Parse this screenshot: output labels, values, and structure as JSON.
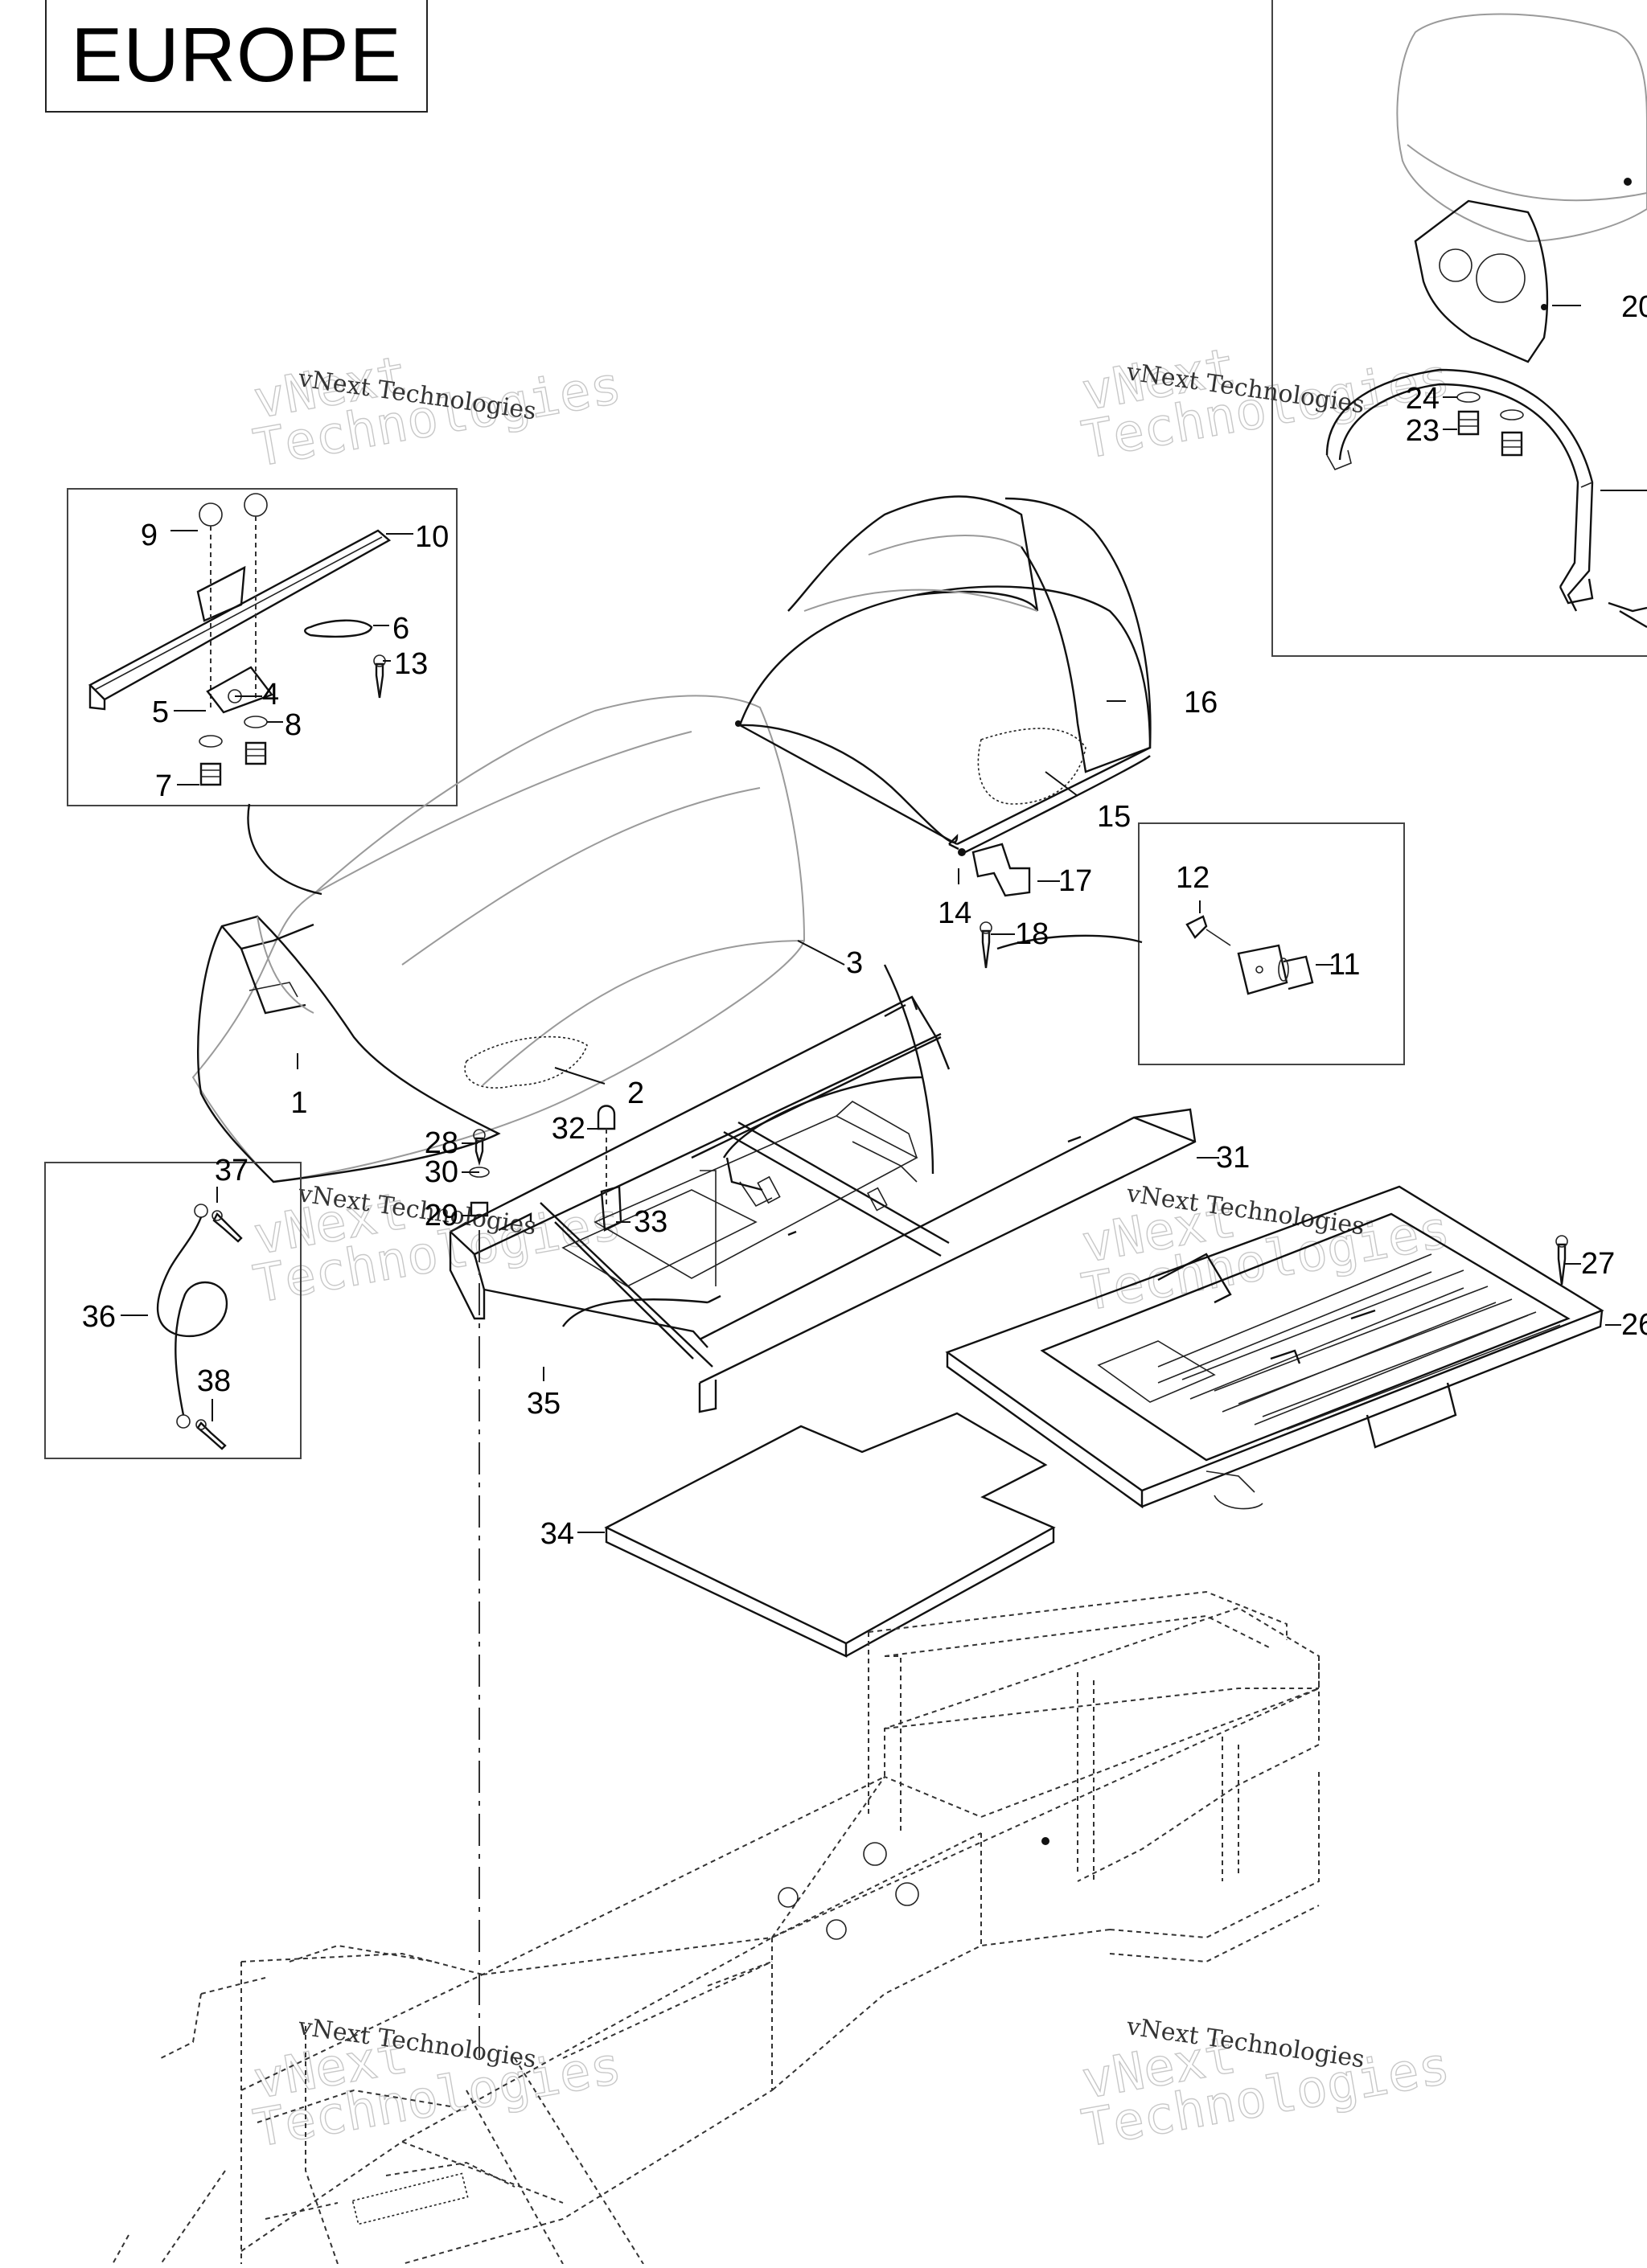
{
  "region_label": "EUROPE",
  "watermark": {
    "line1": "vNext Technologies",
    "line2": "vNext",
    "line3": "Technologies"
  },
  "callouts": {
    "c1": "1",
    "c2": "2",
    "c3": "3",
    "c4": "4",
    "c5": "5",
    "c6": "6",
    "c7": "7",
    "c8": "8",
    "c9": "9",
    "c10": "10",
    "c11": "11",
    "c12": "12",
    "c13": "13",
    "c14": "14",
    "c15": "15",
    "c16": "16",
    "c17": "17",
    "c18": "18",
    "c20": "20",
    "c23": "23",
    "c24": "24",
    "c26": "26",
    "c27": "27",
    "c28": "28",
    "c29": "29",
    "c30": "30",
    "c31": "31",
    "c32": "32",
    "c33": "33",
    "c34": "34",
    "c35": "35",
    "c36": "36",
    "c37": "37",
    "c38": "38"
  }
}
